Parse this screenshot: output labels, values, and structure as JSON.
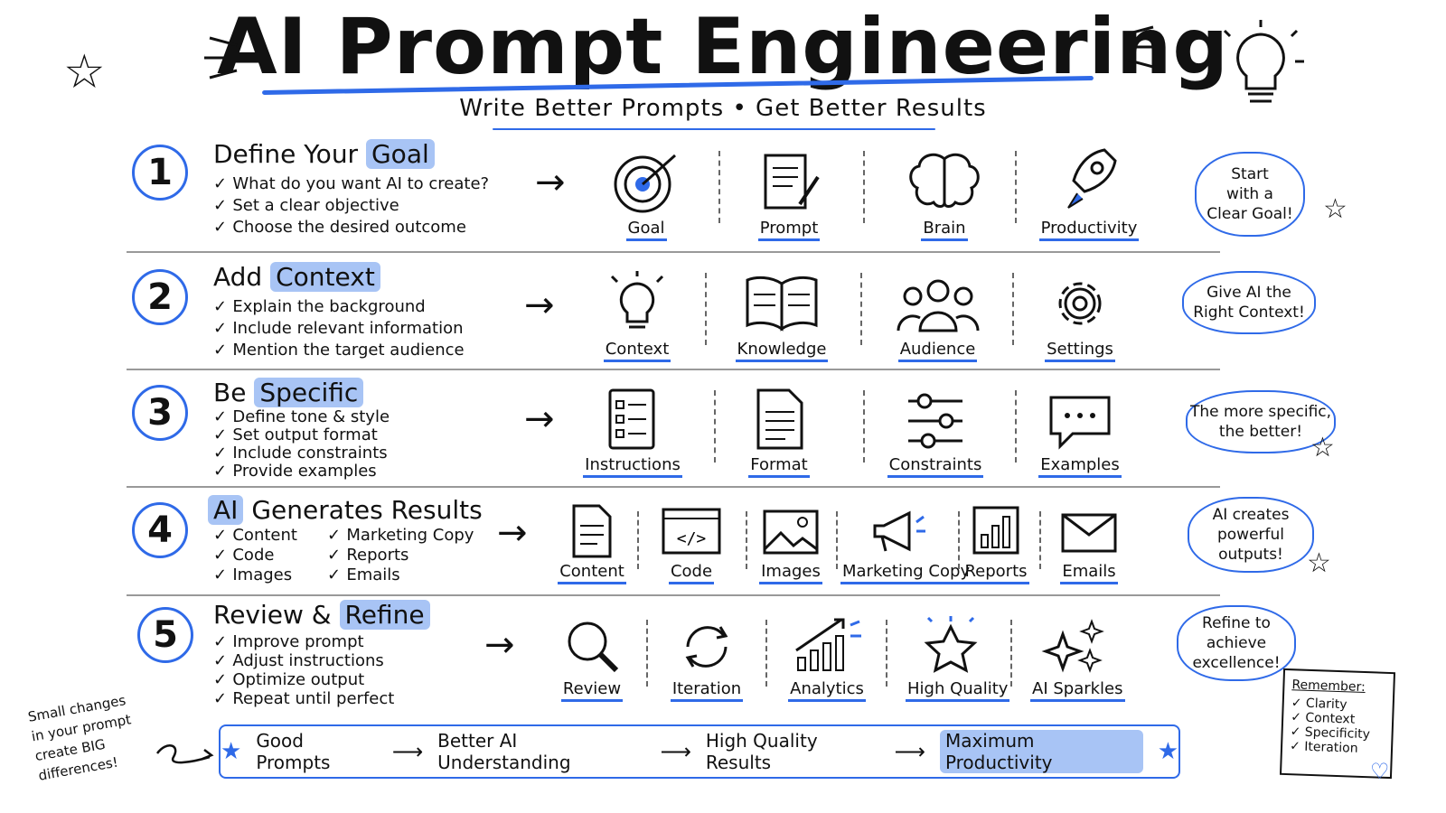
{
  "title": "AI Prompt Engineering",
  "subtitle": "Write Better Prompts • Get Better Results",
  "steps": [
    {
      "number": "1",
      "heading_plain": "Define Your",
      "heading_highlight": "Goal",
      "highlight_first": false,
      "checks": [
        "What do you want AI to create?",
        "Set a clear objective",
        "Choose the desired outcome"
      ],
      "icons": [
        {
          "name": "target-icon",
          "label": "Goal"
        },
        {
          "name": "document-pen-icon",
          "label": "Prompt"
        },
        {
          "name": "brain-icon",
          "label": "Brain"
        },
        {
          "name": "rocket-icon",
          "label": "Productivity"
        }
      ],
      "bubble": "Start\nwith a\nClear Goal!"
    },
    {
      "number": "2",
      "heading_plain": "Add",
      "heading_highlight": "Context",
      "highlight_first": false,
      "checks": [
        "Explain the background",
        "Include relevant information",
        "Mention the target audience"
      ],
      "icons": [
        {
          "name": "lightbulb-icon",
          "label": "Context"
        },
        {
          "name": "book-icon",
          "label": "Knowledge"
        },
        {
          "name": "people-icon",
          "label": "Audience"
        },
        {
          "name": "gear-icon",
          "label": "Settings"
        }
      ],
      "bubble": "Give AI the\nRight Context!"
    },
    {
      "number": "3",
      "heading_plain": "Be",
      "heading_highlight": "Specific",
      "highlight_first": false,
      "checks": [
        "Define tone & style",
        "Set output format",
        "Include constraints",
        "Provide examples"
      ],
      "icons": [
        {
          "name": "checklist-icon",
          "label": "Instructions"
        },
        {
          "name": "document-icon",
          "label": "Format"
        },
        {
          "name": "sliders-icon",
          "label": "Constraints"
        },
        {
          "name": "chat-bubble-icon",
          "label": "Examples"
        }
      ],
      "bubble": "The more specific,\nthe better!"
    },
    {
      "number": "4",
      "heading_plain": "Generates Results",
      "heading_highlight": "AI",
      "highlight_first": true,
      "checks_col1": [
        "Content",
        "Code",
        "Images"
      ],
      "checks_col2": [
        "Marketing Copy",
        "Reports",
        "Emails"
      ],
      "icons": [
        {
          "name": "document-icon",
          "label": "Content"
        },
        {
          "name": "code-window-icon",
          "label": "Code"
        },
        {
          "name": "image-icon",
          "label": "Images"
        },
        {
          "name": "megaphone-icon",
          "label": "Marketing Copy"
        },
        {
          "name": "bar-chart-icon",
          "label": "Reports"
        },
        {
          "name": "envelope-icon",
          "label": "Emails"
        }
      ],
      "bubble": "AI creates\npowerful\noutputs!"
    },
    {
      "number": "5",
      "heading_plain": "Review &",
      "heading_highlight": "Refine",
      "highlight_first": false,
      "checks": [
        "Improve prompt",
        "Adjust instructions",
        "Optimize output",
        "Repeat until perfect"
      ],
      "icons": [
        {
          "name": "magnifier-icon",
          "label": "Review"
        },
        {
          "name": "refresh-icon",
          "label": "Iteration"
        },
        {
          "name": "growth-chart-icon",
          "label": "Analytics"
        },
        {
          "name": "star-icon",
          "label": "High Quality"
        },
        {
          "name": "sparkles-icon",
          "label": "AI Sparkles"
        }
      ],
      "bubble": "Refine to\nachieve\nexcellence!"
    }
  ],
  "footer": {
    "items": [
      "Good Prompts",
      "Better AI Understanding",
      "High Quality Results",
      "Maximum Productivity"
    ]
  },
  "side_note": "Small changes in your prompt create BIG differences!",
  "remember": {
    "title": "Remember:",
    "items": [
      "Clarity",
      "Context",
      "Specificity",
      "Iteration"
    ]
  },
  "colors": {
    "accent": "#2f6ae8",
    "highlight": "#a8c4f5",
    "ink": "#111111"
  }
}
